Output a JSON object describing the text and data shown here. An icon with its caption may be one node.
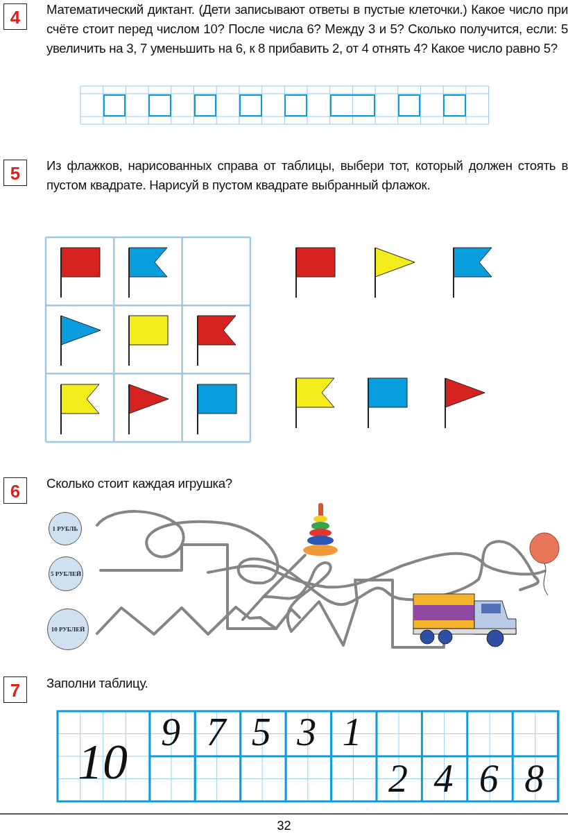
{
  "diagram": {
    "labels": [
      "4",
      "Математический диктант. (Дети записывают ответы в пустые клеточки.) Какое число при счёте стоит перед числом 10? После числа 6? Между 3 и 5? Сколько получится, если: 5 увеличить на 3, 7 уменьшить на 6, к 8 прибавить 2, от 4 отнять 4? Какое число равно 5?",
      "5",
      "Из флажков, нарисованных справа от таблицы, выбери тот, который должен стоять в пустом квадрате. Нарисуй в пустом квадрате выбранный флажок.",
      "6",
      "Сколько стоит каждая игрушка?",
      "1 РУБЛЬ",
      "5 РУБЛЕЙ",
      "10 РУБЛЕЙ",
      "7",
      "Заполни таблицу.",
      "10",
      "9",
      "7",
      "5",
      "3",
      "1",
      "2",
      "4",
      "6",
      "8",
      "32"
    ]
  }
}
